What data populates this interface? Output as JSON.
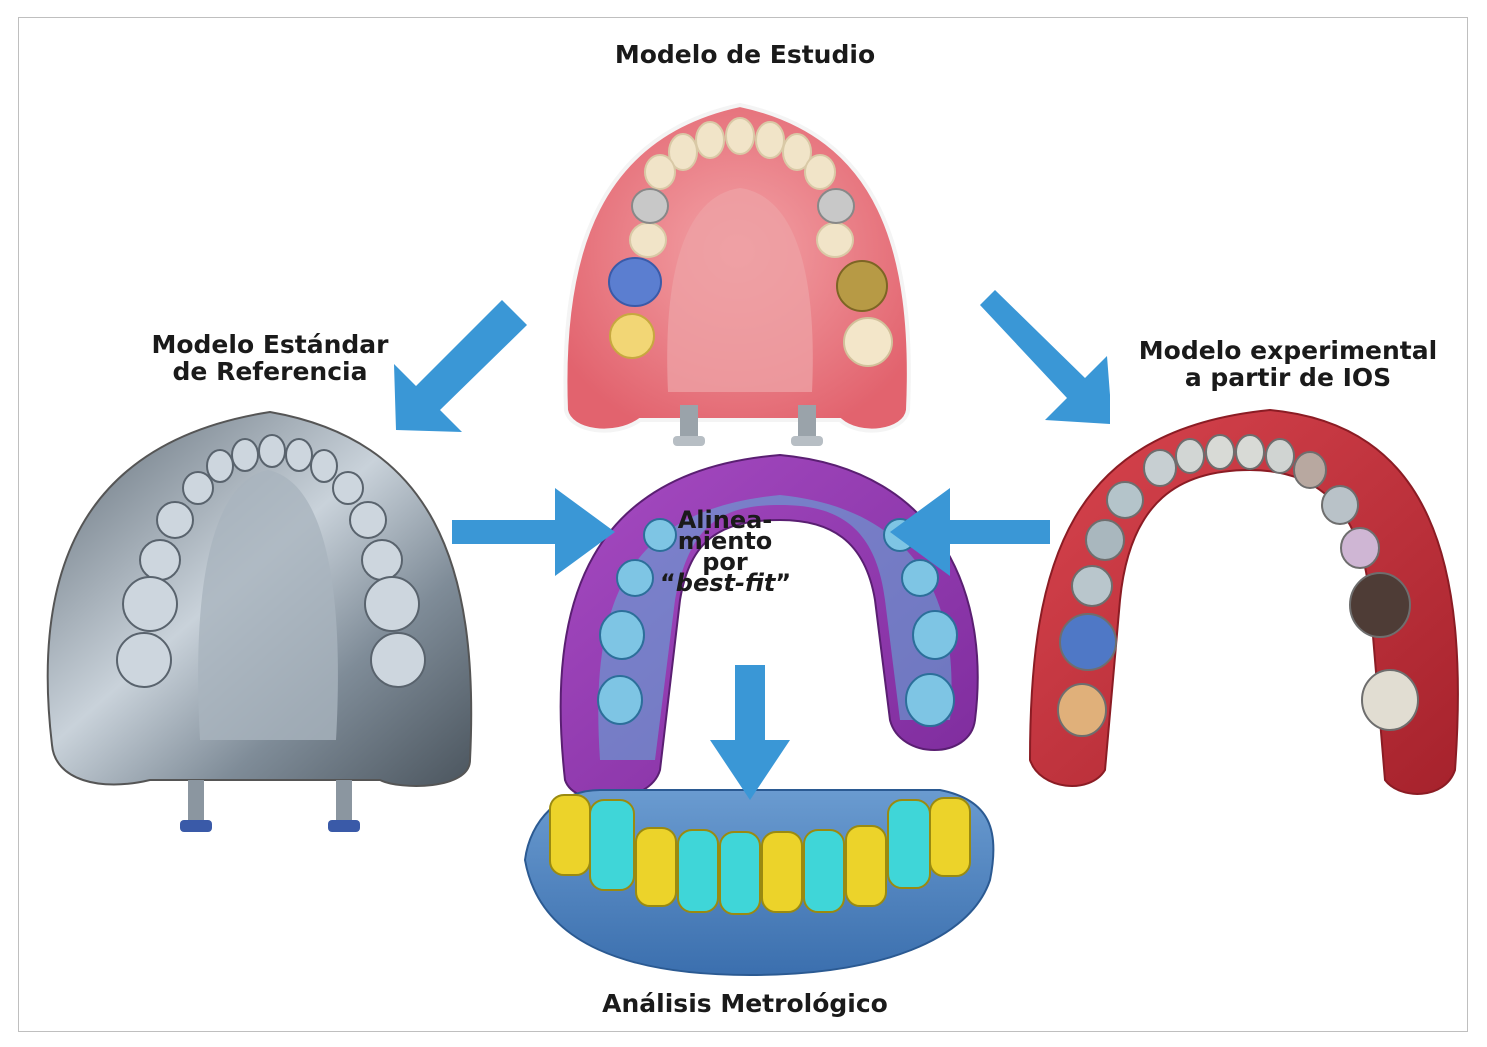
{
  "labels": {
    "top": "Modelo de Estudio",
    "left_line1": "Modelo Estándar",
    "left_line2": "de Referencia",
    "right_line1": "Modelo experimental",
    "right_line2": "a partir de IOS",
    "bottom": "Análisis Metrológico",
    "center_line1": "Alinea-",
    "center_line2": "miento",
    "center_line3": "por",
    "center_quote_open": "“",
    "center_bestfit": "best-fit",
    "center_quote_close": "”"
  },
  "images": {
    "study_model": "pink-gum-dental-model-photo",
    "standard_model": "metallic-dental-model-photo",
    "ios_model": "red-ios-scan-model",
    "alignment": "purple-blue-bestfit-overlay",
    "metrology": "yellow-cyan-deviation-map"
  },
  "colors": {
    "arrow": "#3a97d6",
    "gum_pink": "#e8707a",
    "metal": "#8e9aa5",
    "ios_red": "#c9343e",
    "overlay_purple": "#9b3fb7",
    "overlay_blue": "#5fb3d9",
    "metrology_blue": "#4f86c4",
    "metrology_yellow": "#ecd32a",
    "metrology_cyan": "#3fd6d8"
  }
}
